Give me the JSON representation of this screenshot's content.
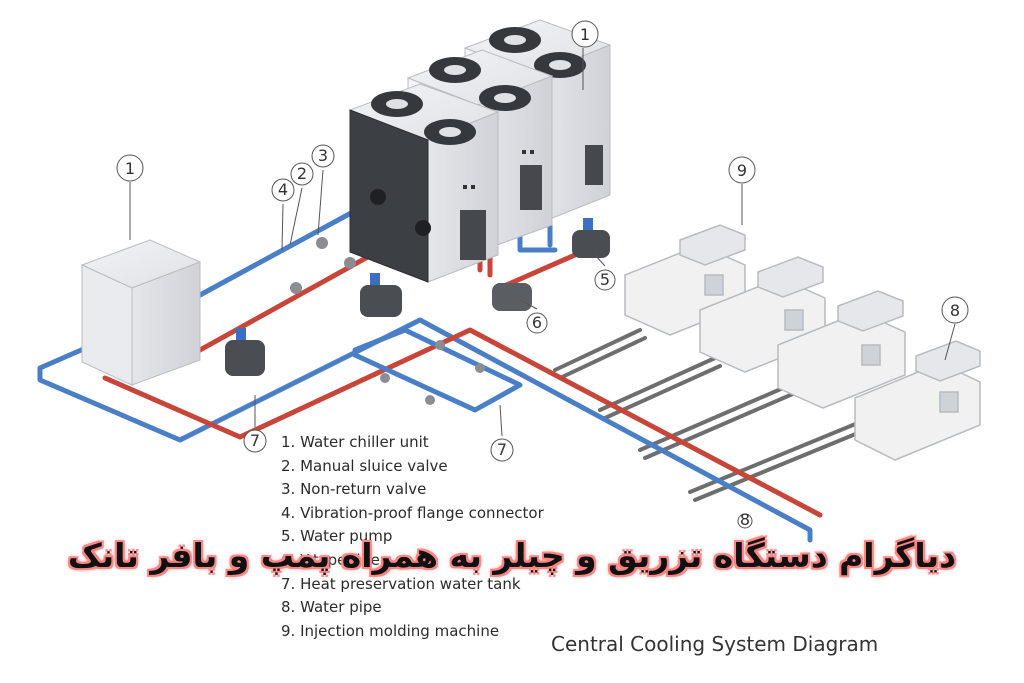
{
  "overlay_title": "دیاگرام دستگاه تزریق و چیلر به همراه پمپ و بافر تانک",
  "caption": "Central Cooling System Diagram",
  "legend": [
    "1. Water chiller unit",
    "2. Manual sluice valve",
    "3. Non-return valve",
    "4. Vibration-proof flange connector",
    "5. Water pump",
    "6. Y-type filter",
    "7. Heat preservation water tank",
    "8. Water pipe",
    "9. Injection molding machine"
  ],
  "callouts": {
    "c1a": "1",
    "c1b": "1",
    "c2": "2",
    "c3": "3",
    "c4": "4",
    "c5": "5",
    "c6": "6",
    "c7a": "7",
    "c7b": "7",
    "c8a": "8",
    "c8b": "8",
    "c9": "9"
  },
  "colors": {
    "supply_pipe": "#4a7fc8",
    "return_pipe": "#c8453a",
    "machine_pipe": "#6e6e6e",
    "valve_handle": "#3a6fc4",
    "title_glow": "#ff8a8a"
  }
}
